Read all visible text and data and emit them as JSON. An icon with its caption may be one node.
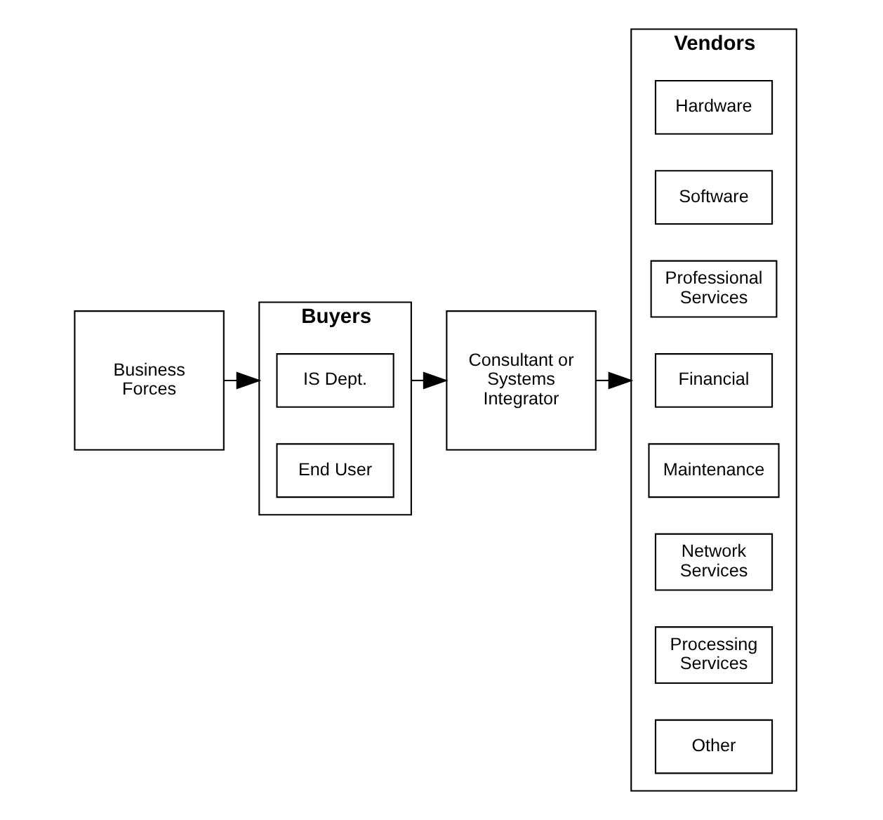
{
  "diagram": {
    "nodes": [
      {
        "text": [
          "Business Forces"
        ]
      },
      {
        "text": [
          "Buyers"
        ]
      },
      {
        "text": [
          "IS Dept."
        ],
        "in": 1
      },
      {
        "text": [
          "End User"
        ],
        "in": 1
      },
      {
        "text": [
          "Consultant or Systems Integrator"
        ]
      },
      {
        "text": [
          "Vendors"
        ]
      },
      {
        "text": [
          "Hardware"
        ],
        "in": 5
      },
      {
        "text": [
          "Software"
        ],
        "in": 5
      },
      {
        "text": [
          "Professional Services"
        ],
        "in": 5
      },
      {
        "text": [
          "Financial"
        ],
        "in": 5
      },
      {
        "text": [
          "Maintenance"
        ],
        "in": 5
      },
      {
        "text": [
          "Network Services"
        ],
        "in": 5
      },
      {
        "text": [
          "Processing Services"
        ],
        "in": 5
      },
      {
        "text": [
          "Other"
        ],
        "in": 5
      }
    ],
    "edges": [
      {
        "from": 0,
        "to": 1,
        "arrow": "to"
      },
      {
        "from": 1,
        "to": 4,
        "arrow": "to"
      },
      {
        "from": 4,
        "to": 5,
        "arrow": "to"
      }
    ]
  }
}
